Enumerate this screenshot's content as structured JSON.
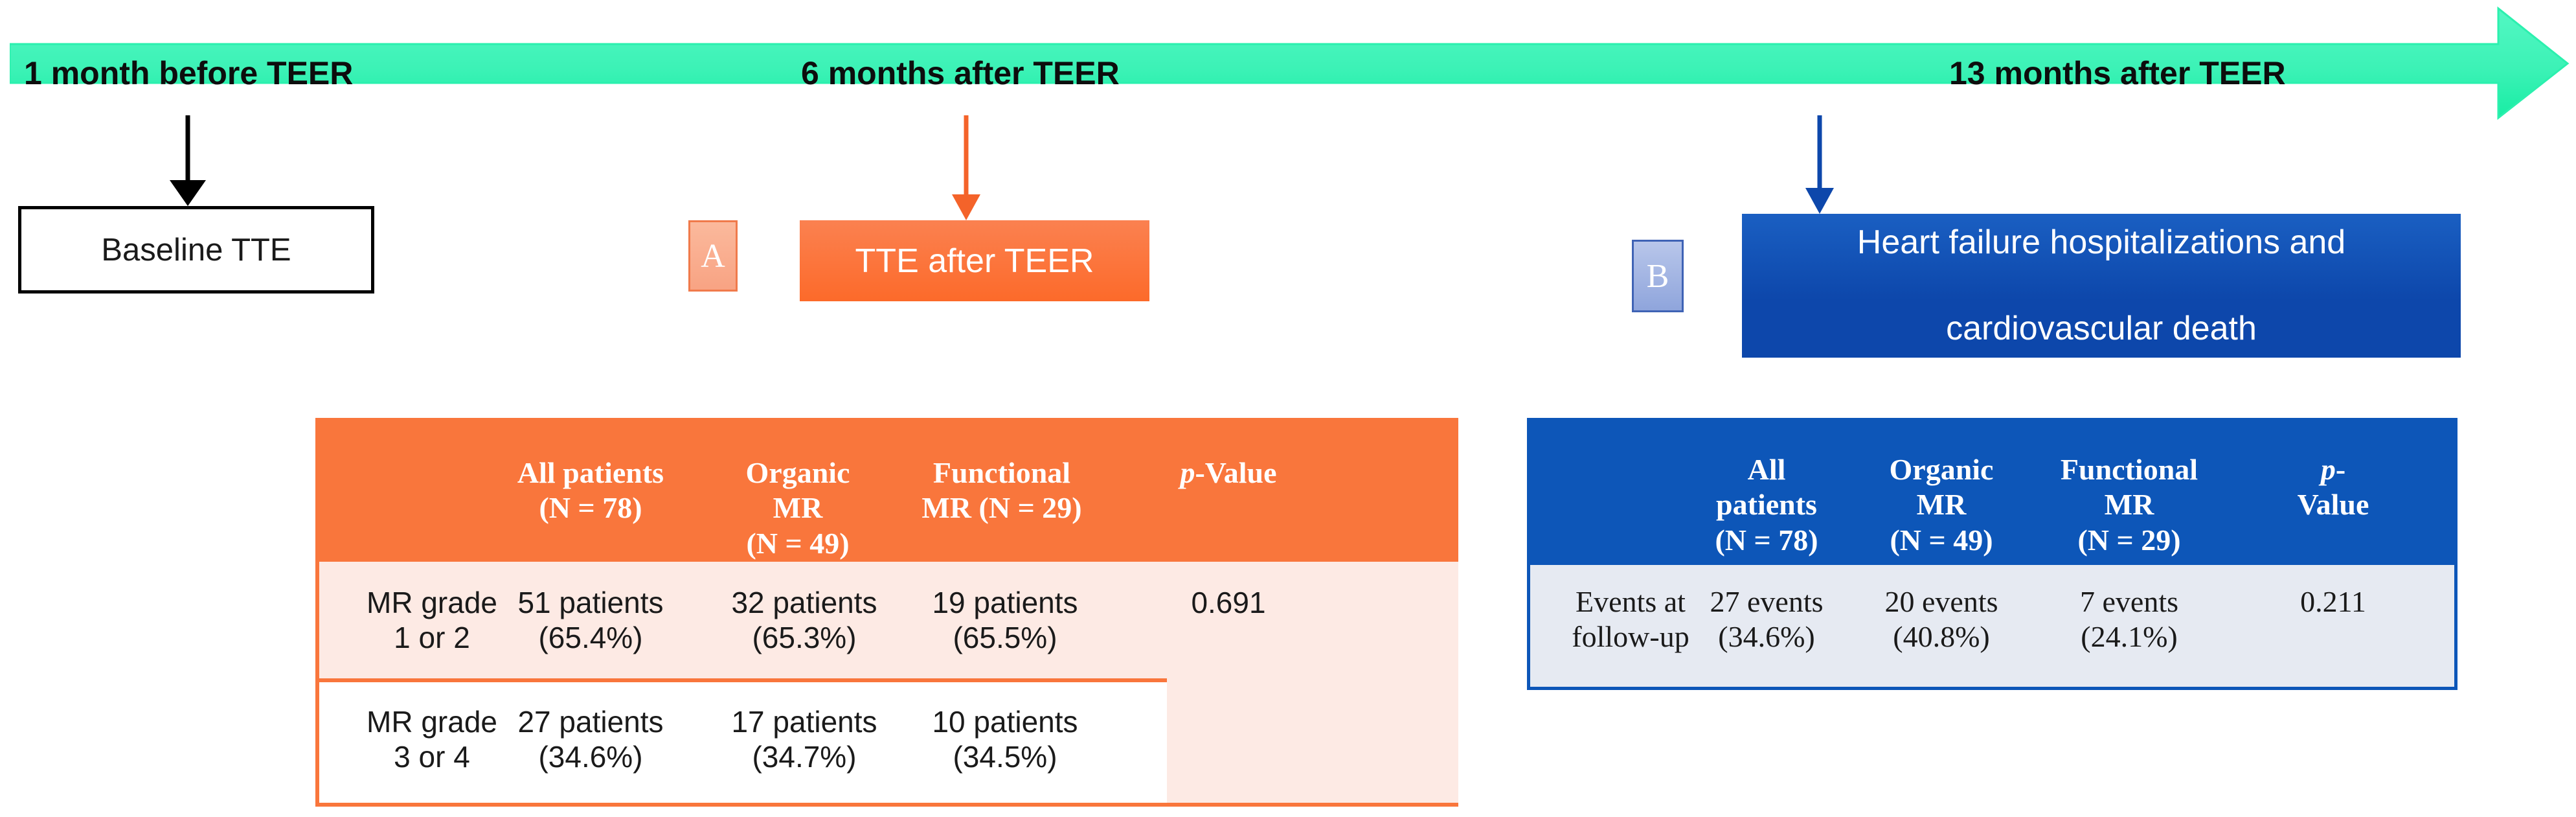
{
  "timeline": {
    "arrow_color": "#3df2b8",
    "labels": [
      {
        "text": "1 month before TEER"
      },
      {
        "text": "6 months after TEER"
      },
      {
        "text": "13 months after TEER"
      }
    ]
  },
  "connectors": [
    {
      "name": "baseline-connector",
      "color": "#000000"
    },
    {
      "name": "tte-connector",
      "color": "#f4632a"
    },
    {
      "name": "hf-connector",
      "color": "#0d47ab"
    }
  ],
  "boxes": {
    "baseline": {
      "label": "Baseline TTE",
      "border_color": "#000000",
      "bg": "#ffffff"
    },
    "panel_a_badge": "A",
    "tte": {
      "label": "TTE after TEER",
      "bg": "#fc6a2a"
    },
    "panel_b_badge": "B",
    "hf": {
      "line1": "Heart failure hospitalizations and",
      "line2": "cardiovascular death",
      "bg": "#0d47ab"
    }
  },
  "tables": {
    "orange": {
      "accent": "#f9763c",
      "row_bg": "#fdeae4",
      "headers": [
        {
          "line1": "",
          "line2": ""
        },
        {
          "line1": "All patients",
          "line2": "(N = 78)"
        },
        {
          "line1": "Organic",
          "line2": "MR",
          "line3": "(N = 49)"
        },
        {
          "line1": "Functional",
          "line2": "MR (N = 29)"
        },
        {
          "italic_prefix": "p",
          "rest": "-Value"
        }
      ],
      "rows": [
        {
          "label_line1": "MR grade",
          "label_line2": "1 or 2",
          "all_line1": "51 patients",
          "all_line2": "(65.4%)",
          "organic_line1": "32 patients",
          "organic_line2": "(65.3%)",
          "functional_line1": "19 patients",
          "functional_line2": "(65.5%)",
          "pvalue": "0.691"
        },
        {
          "label_line1": "MR grade",
          "label_line2": "3 or 4",
          "all_line1": "27 patients",
          "all_line2": "(34.6%)",
          "organic_line1": "17 patients",
          "organic_line2": "(34.7%)",
          "functional_line1": "10 patients",
          "functional_line2": "(34.5%)",
          "pvalue": ""
        }
      ]
    },
    "blue": {
      "accent": "#0d56b8",
      "row_bg": "#e6eaf2",
      "headers": [
        {
          "line1": "",
          "line2": ""
        },
        {
          "line1": "All",
          "line2": "patients",
          "line3": "(N = 78)"
        },
        {
          "line1": "Organic",
          "line2": "MR",
          "line3": "(N = 49)"
        },
        {
          "line1": "Functional",
          "line2": "MR",
          "line3": "(N = 29)"
        },
        {
          "italic_prefix": "p",
          "rest": "-",
          "line2": "Value"
        }
      ],
      "rows": [
        {
          "label_line1": "Events at",
          "label_line2": "follow-up",
          "all_line1": "27 events",
          "all_line2": "(34.6%)",
          "organic_line1": "20 events",
          "organic_line2": "(40.8%)",
          "functional_line1": "7 events",
          "functional_line2": "(24.1%)",
          "pvalue": "0.211"
        }
      ]
    }
  }
}
